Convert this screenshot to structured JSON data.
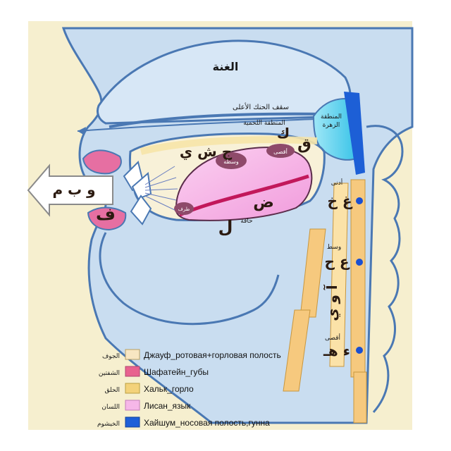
{
  "colors": {
    "page_bg": "#ffffff",
    "paper": "#f6efcf",
    "anatomy_fill": "#c9ddf0",
    "anatomy_stroke": "#4a78b3",
    "palate_fill": "#cfe4f6",
    "throat_cyan": "#5fd2ee",
    "nasal_blue": "#1d5fd6",
    "lips_pink": "#e66fa2",
    "tongue_pink": "#f5b5e6",
    "tongue_lower": "#c2185b",
    "throat_bar": "#f6c97e",
    "dot_blue": "#1a4fd0",
    "tongue_point": "#8e4a6a",
    "arrow_fill": "#ffffff",
    "arrow_stroke": "#8a8a8a"
  },
  "labels": {
    "ghunna": "الغنة",
    "upper_palate": "سقف الحنك الأعلى",
    "soft_palate": "المنطقة اللحمية",
    "uvula_region_l1": "المنطقة",
    "uvula_region_l2": "الزهرة",
    "adna": "أدنى",
    "wasat": "وسط",
    "aqsa": "أقصى",
    "haffa": "حافة",
    "wasat_tongue": "وسطه",
    "aqsa_tongue": "أقصى",
    "tip_tongue": "طرف"
  },
  "letters": {
    "jim_shin_ya": "ج ش ي",
    "kaf": "ك",
    "qaf": "ق",
    "dad": "ض",
    "lam": "ل",
    "fa": "ف",
    "waw_ba_mim": "و ب م",
    "ghain_kha": "غ خ",
    "ain_ha": "ع ح",
    "long_vowels": "آ و ي",
    "hamza_ha": "ء هـ"
  },
  "legend": {
    "items": [
      {
        "arabic": "الجوف",
        "text": "Джауф_ротовая+горловая полость",
        "color": "#f8e6c2"
      },
      {
        "arabic": "الشفتين",
        "text": "Шафатейн_губы",
        "color": "#e8628f"
      },
      {
        "arabic": "الحلق",
        "text": "Хальк_горло",
        "color": "#f3d27a"
      },
      {
        "arabic": "اللسان",
        "text": "Лисан_язык",
        "color": "#f6b7e8"
      },
      {
        "arabic": "الخيشوم",
        "text": "Хайшум_носовая полость,гунна",
        "color": "#1e5fd8"
      }
    ]
  }
}
